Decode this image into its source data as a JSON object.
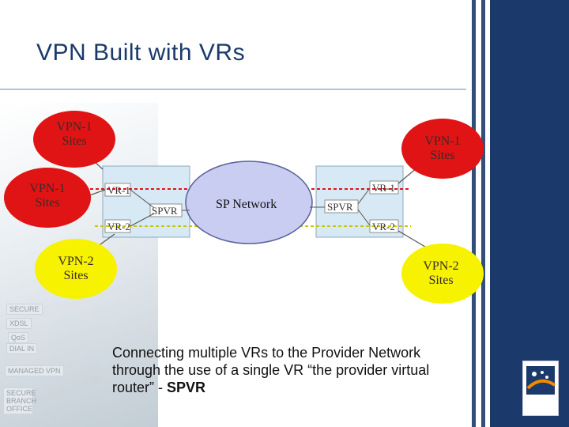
{
  "slide": {
    "title": "VPN Built with VRs",
    "caption_text": "Connecting multiple VRs to the Provider Network through the use of a single VR “the provider virtual router” - ",
    "caption_bold": "SPVR"
  },
  "diagram": {
    "vpn1_top_left": [
      "VPN-1",
      "Sites"
    ],
    "vpn1_left": [
      "VPN-1",
      "Sites"
    ],
    "vpn1_right": [
      "VPN-1",
      "Sites"
    ],
    "vpn2_left": [
      "VPN-2",
      "Sites"
    ],
    "vpn2_right": [
      "VPN-2",
      "Sites"
    ],
    "vr1_left": "VR-1",
    "vr2_left": "VR-2",
    "vr1_right": "VR-1",
    "vr2_right": "VR-2",
    "spvr_left": "SPVR",
    "spvr_right": "SPVR",
    "sp_network": "SP Network"
  },
  "background_tags": [
    "SECURE",
    "XDSL",
    "DIAL IN",
    "QoS",
    "MANAGED VPN",
    "SECURE BRANCH OFFICE"
  ],
  "colors": {
    "navy": "#1b3a6b",
    "vpn1_fill": "#e01414",
    "vpn2_fill": "#f7f200",
    "cloud_fill": "#c9cdf2",
    "router_fill": "#d6e9f4",
    "vr1_line": "#e01414",
    "vr2_line": "#c9c800"
  }
}
